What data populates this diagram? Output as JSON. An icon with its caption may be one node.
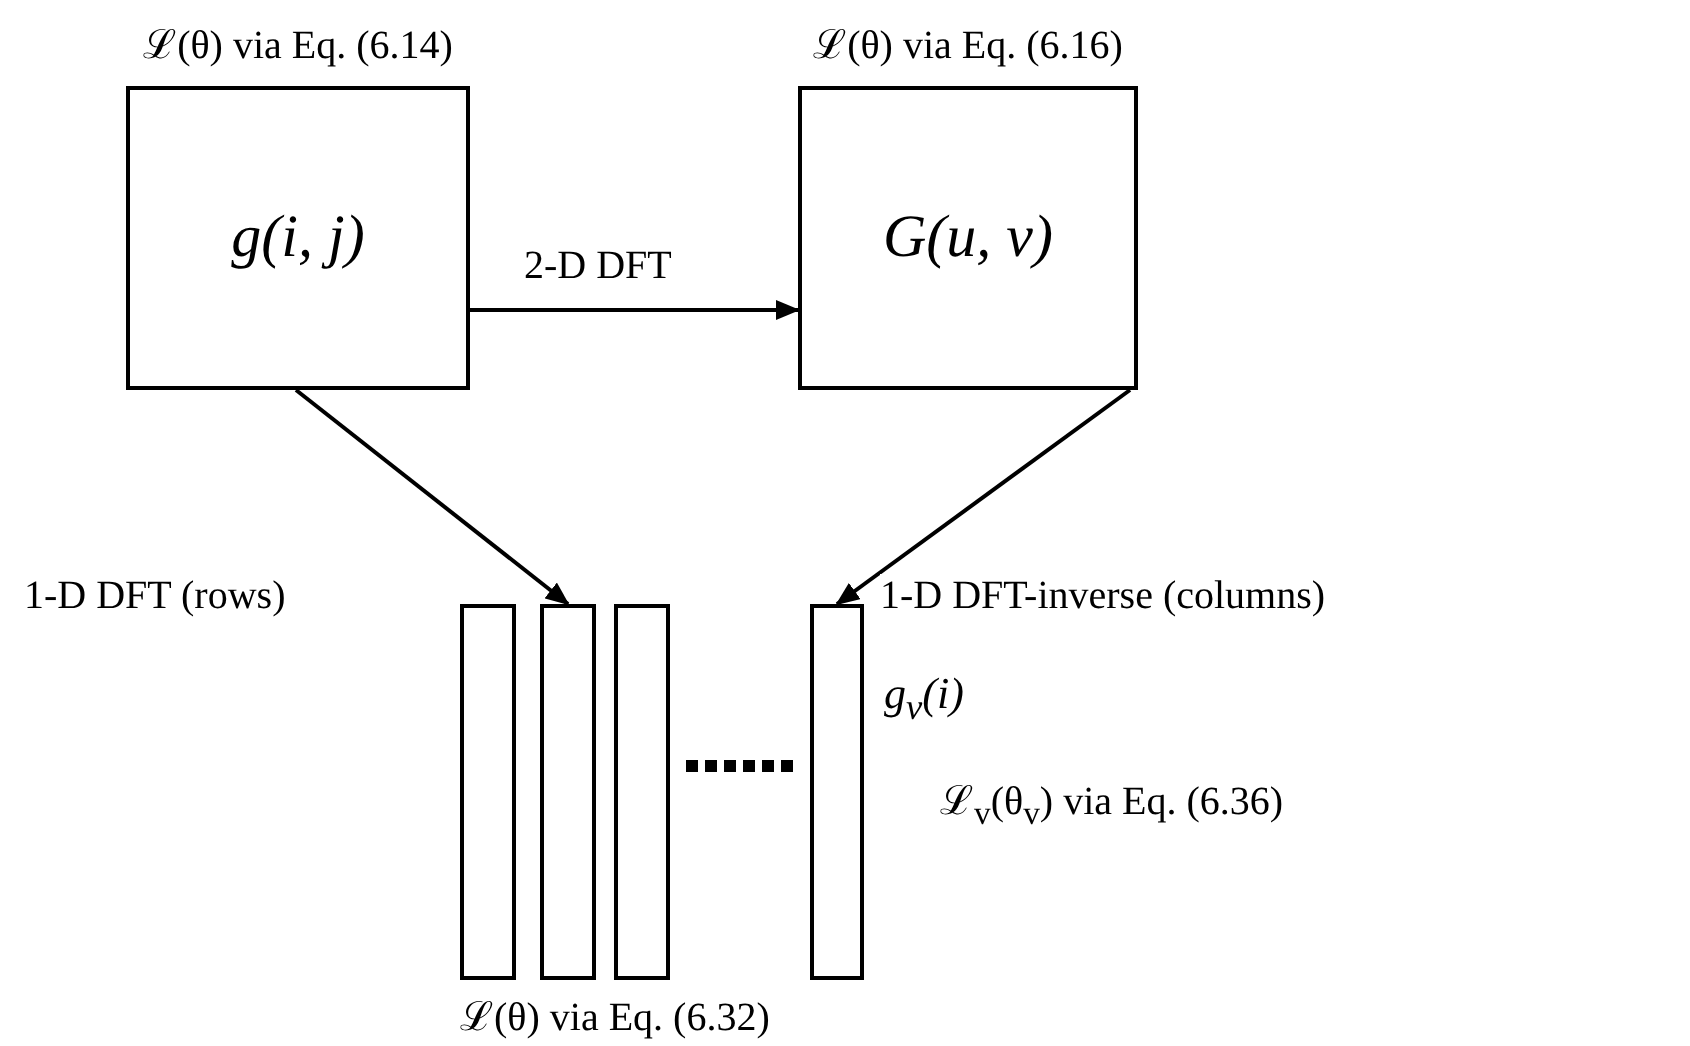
{
  "diagram": {
    "nodes": [
      {
        "text": [
          "ℒ(θ) via Eq. (6.14)",
          "g(i, j)"
        ]
      },
      {
        "text": [
          "ℒ(θ) via Eq. (6.16)",
          "G(u, v)"
        ]
      },
      {
        "text": [],
        "shape": "bar"
      },
      {
        "text": [],
        "shape": "bar"
      },
      {
        "text": [],
        "shape": "bar"
      },
      {
        "text": [],
        "shape": "bar",
        "beside": [
          "g$_{v}$(i)"
        ]
      }
    ],
    "edges": [
      {
        "from": 0,
        "to": 1,
        "arrow": "to",
        "label": "2-D DFT"
      },
      {
        "from": 0,
        "to": 3,
        "arrow": "to",
        "label": "1-D DFT (rows)"
      },
      {
        "from": 1,
        "to": 5,
        "arrow": "to",
        "label": "1-D DFT-inverse (columns)"
      }
    ],
    "labels": [
      "ℒ$_{v}$(θ$_{v}$) via Eq. (6.36)",
      "ℒ(θ) via Eq. (6.32)"
    ]
  }
}
